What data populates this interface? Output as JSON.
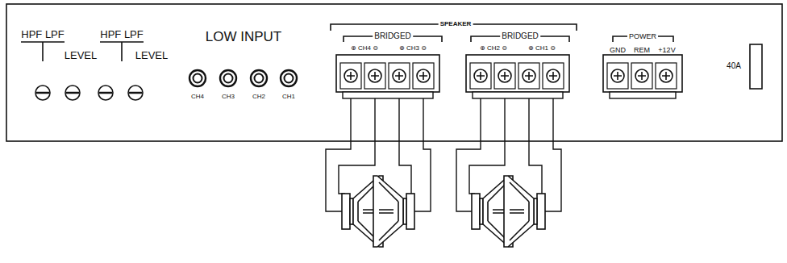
{
  "diagram": {
    "labels": [
      "HPF LPF",
      "LEVEL",
      "HPF LPF",
      "LEVEL",
      "LOW INPUT",
      "CH4",
      "CH3",
      "CH2",
      "CH1",
      "SPEAKER",
      "BRIDGED",
      "⊕ CH4 ⊖",
      "⊕ CH3 ⊖",
      "BRIDGED",
      "⊕ CH2 ⊖",
      "⊕ CH1 ⊖",
      "POWER",
      "GND",
      "REM",
      "+12V",
      "40A"
    ]
  }
}
